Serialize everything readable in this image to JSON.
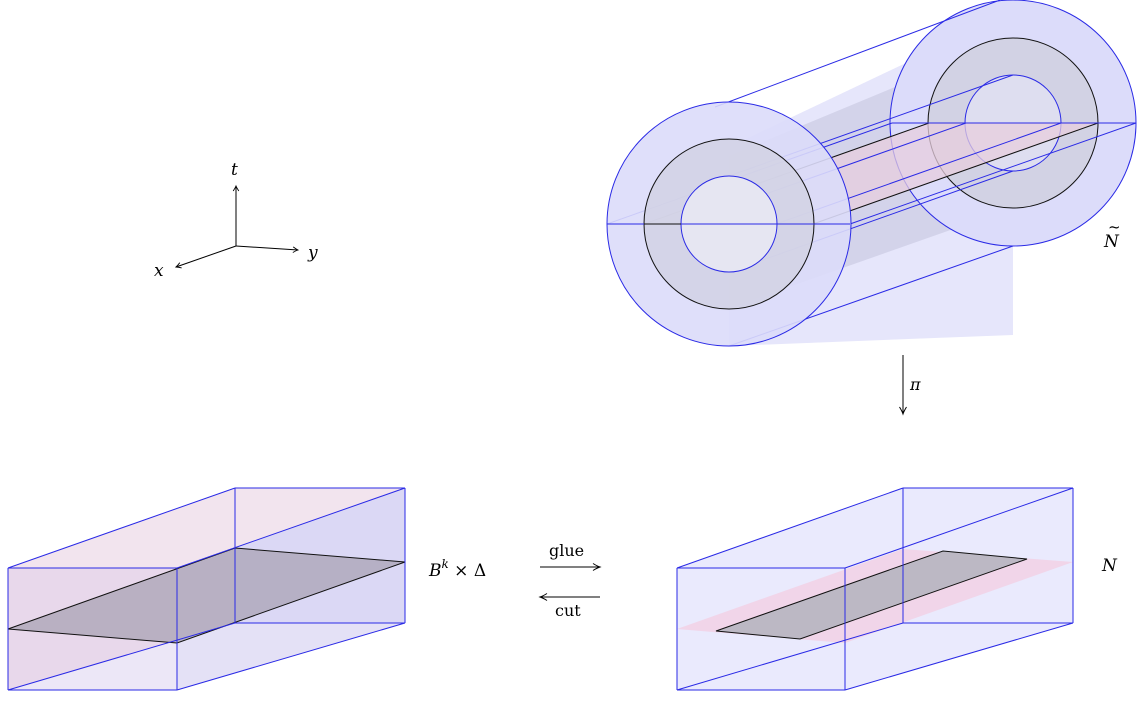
{
  "axes": {
    "t_label": "t",
    "x_label": "x",
    "y_label": "y"
  },
  "labels": {
    "n_tilde_base": "N",
    "n_tilde_mark": "~",
    "pi": "π",
    "bk_base": "B",
    "bk_sup": "k",
    "bk_rest": " × Δ",
    "glue": "glue",
    "cut": "cut",
    "n": "N"
  },
  "colors": {
    "edge": "#2a2ae6",
    "outer_fill": "#dcdcfa",
    "inner_fill": "#c8c8e8",
    "pink": "#f4c6de",
    "sheet": "#b8b8c4"
  }
}
